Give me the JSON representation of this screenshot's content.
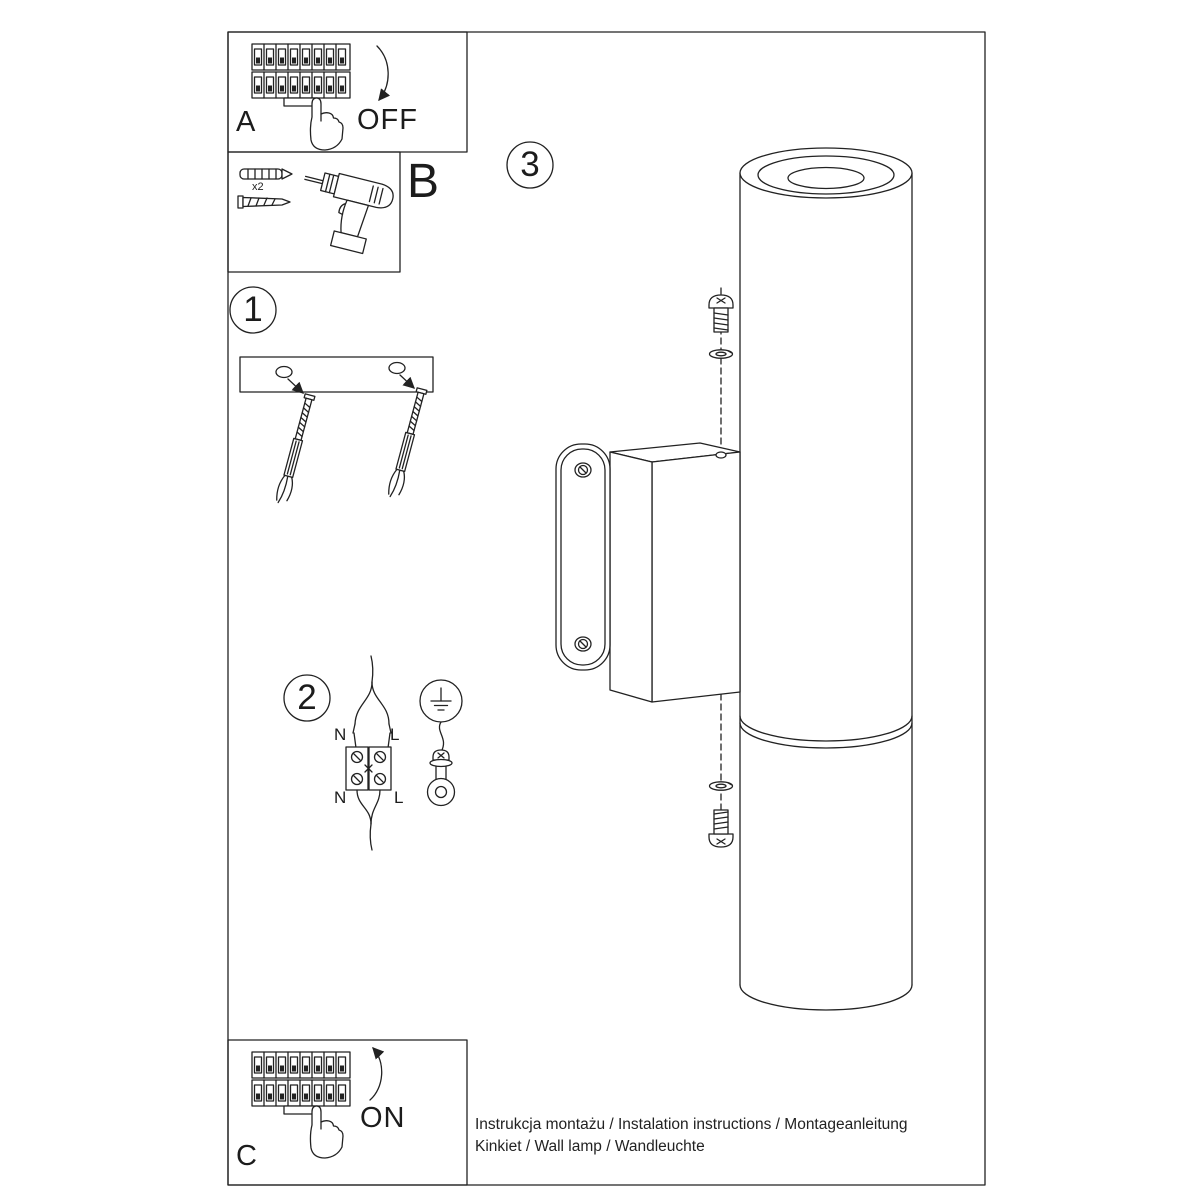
{
  "panels": {
    "a": {
      "label": "A",
      "action": "OFF"
    },
    "b": {
      "label": "B",
      "quantity": "x2"
    },
    "c": {
      "label": "C",
      "action": "ON"
    }
  },
  "steps": {
    "one": {
      "number": "1"
    },
    "two": {
      "number": "2",
      "terminals": {
        "n_top": "N",
        "l_top": "L",
        "n_bottom": "N",
        "l_bottom": "L"
      }
    },
    "three": {
      "number": "3"
    }
  },
  "footer": {
    "line1": "Instrukcja montażu / Instalation instructions / Montageanleitung",
    "line2": "Kinkiet / Wall lamp / Wandleuchte"
  }
}
